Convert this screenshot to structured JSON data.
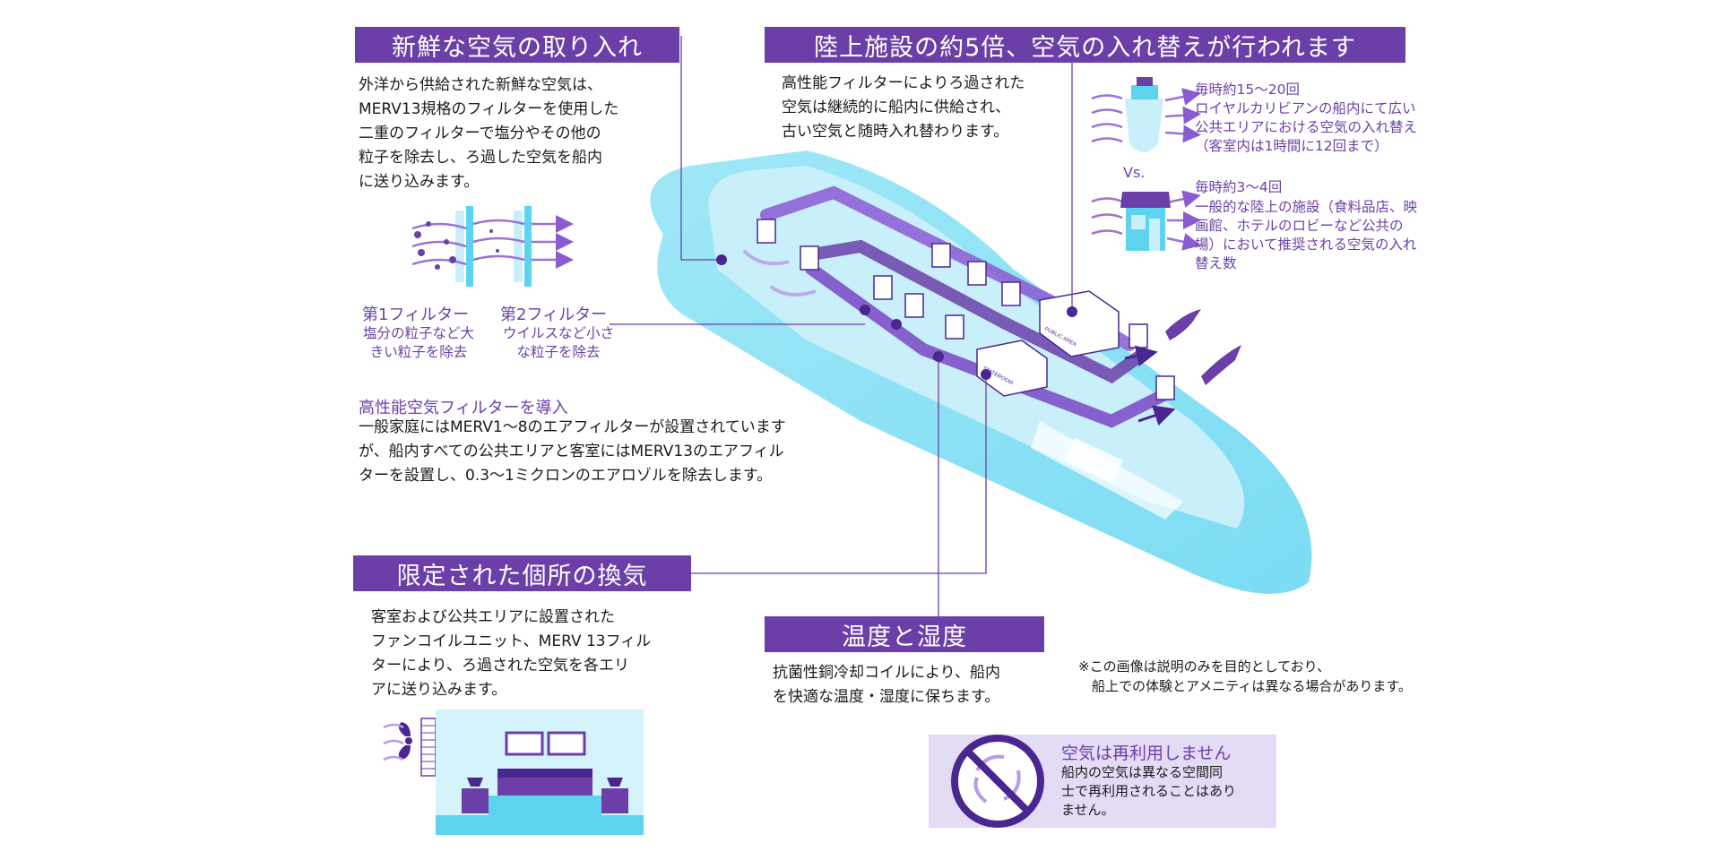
{
  "fresh_air": {
    "title": "新鮮な空気の取り入れ",
    "body": [
      "外洋から供給された新鮮な空気は、",
      "MERV13規格のフィルターを使用した",
      "二重のフィルターで塩分やその他の",
      "粒子を除去し、ろ過した空気を船内",
      "に送り込みます。"
    ],
    "filter1_title": "第1フィルター",
    "filter1_desc": [
      "塩分の粒子など大",
      "きい粒子を除去"
    ],
    "filter2_title": "第2フィルター",
    "filter2_desc": [
      "ウイルスなど小さ",
      "な粒子を除去"
    ]
  },
  "hepa": {
    "title": "高性能空気フィルターを導入",
    "body": [
      "一般家庭にはMERV1～8のエアフィルターが設置されています",
      "が、船内すべての公共エリアと客室にはMERV13のエアフィル",
      "ターを設置し、0.3～1ミクロンのエアロゾルを除去します。"
    ]
  },
  "exchange": {
    "title": "陸上施設の約5倍、空気の入れ替えが行われます",
    "body": [
      "高性能フィルターによりろ過された",
      "空気は継続的に船内に供給され、",
      "古い空気と随時入れ替わります。"
    ],
    "ship_rate_title": "毎時約15～20回",
    "ship_rate_desc": [
      "ロイヤルカリビアンの船内にて広い",
      "公共エリアにおける空気の入れ替え",
      "（客室内は1時間に12回まで）"
    ],
    "vs": "Vs.",
    "land_rate_title": "毎時約3～4回",
    "land_rate_desc": [
      "一般的な陸上の施設（食料品店、映",
      "画館、ホテルのロビーなど公共の",
      "場）において推奨される空気の入れ",
      "替え数"
    ]
  },
  "local": {
    "title": "限定された個所の換気",
    "body": [
      "客室および公共エリアに設置された",
      "ファンコイルユニット、MERV 13フィル",
      "ターにより、ろ過された空気を各エリ",
      "アに送り込みます。"
    ]
  },
  "temp": {
    "title": "温度と湿度",
    "body": [
      "抗菌性銅冷却コイルにより、船内",
      "を快適な温度・湿度に保ちます。"
    ]
  },
  "disclaimer": [
    "※この画像は説明のみを目的としており、",
    "　船上での体験とアメニティは異なる場合があります。"
  ],
  "no_reuse": {
    "title": "空気は再利用しません",
    "body": [
      "船内の空気は異なる空間同",
      "士で再利用されることはあり",
      "ません。"
    ]
  },
  "ship_labels": {
    "public_area": "PUBLIC AREA",
    "stateroom": "STATEROOM"
  },
  "icons": [
    "air-filter-icon",
    "cruise-ship-icon",
    "storefront-icon",
    "fan-coil-icon",
    "bedroom-icon",
    "no-recycle-icon"
  ],
  "colors": {
    "purple": "#6b3fa7",
    "light_purple": "#9b72d6",
    "cyan": "#5ed3ee",
    "pale_cyan": "#c9f0fa",
    "pale_purple": "#e4dbf5"
  }
}
